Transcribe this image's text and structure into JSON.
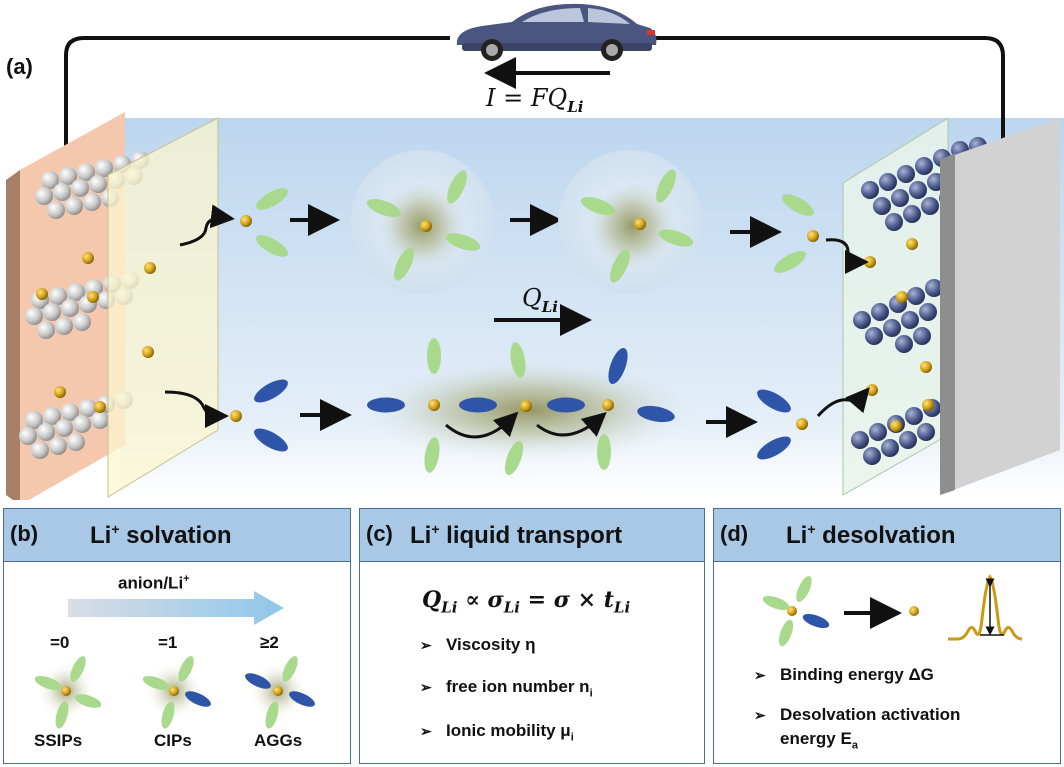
{
  "panel_a": {
    "tag": "(a)",
    "current_equation": "I = FQ",
    "current_sub": "Li",
    "flux_label": "Q",
    "flux_sub": "Li"
  },
  "panel_b": {
    "tag": "(b)",
    "title_pre": "Li",
    "title_sup": "+",
    "title_post": " solvation",
    "gradient_label": "anion/Li",
    "gradient_sup": "+",
    "ratios": [
      "=0",
      "=1",
      "≥2"
    ],
    "species": [
      "SSIPs",
      "CIPs",
      "AGGs"
    ]
  },
  "panel_c": {
    "tag": "(c)",
    "title_pre": "Li",
    "title_sup": "+",
    "title_post": " liquid transport",
    "equation": "Q",
    "bullets": [
      {
        "text": "Viscosity η",
        "sub": ""
      },
      {
        "text": "free ion number n",
        "sub": "i"
      },
      {
        "text": "Ionic mobility μ",
        "sub": "i"
      }
    ]
  },
  "panel_d": {
    "tag": "(d)",
    "title_pre": "Li",
    "title_sup": "+",
    "title_post": " desolvation",
    "bullets": [
      {
        "text": "Binding energy ΔG",
        "sub": ""
      },
      {
        "text": "Desolvation activation",
        "sub": ""
      },
      {
        "text": "energy E",
        "sub": "a"
      }
    ]
  },
  "colors": {
    "solvent": "#a9d98c",
    "anion": "#2e55a8",
    "li_ion": "#c99a14",
    "panel_header": "#a8c8e6",
    "electrolyte": "#cfe2f3"
  },
  "icons": [
    "car-icon",
    "li-ion-icon",
    "solvent-molecule-icon",
    "anion-icon",
    "energy-barrier-icon"
  ]
}
